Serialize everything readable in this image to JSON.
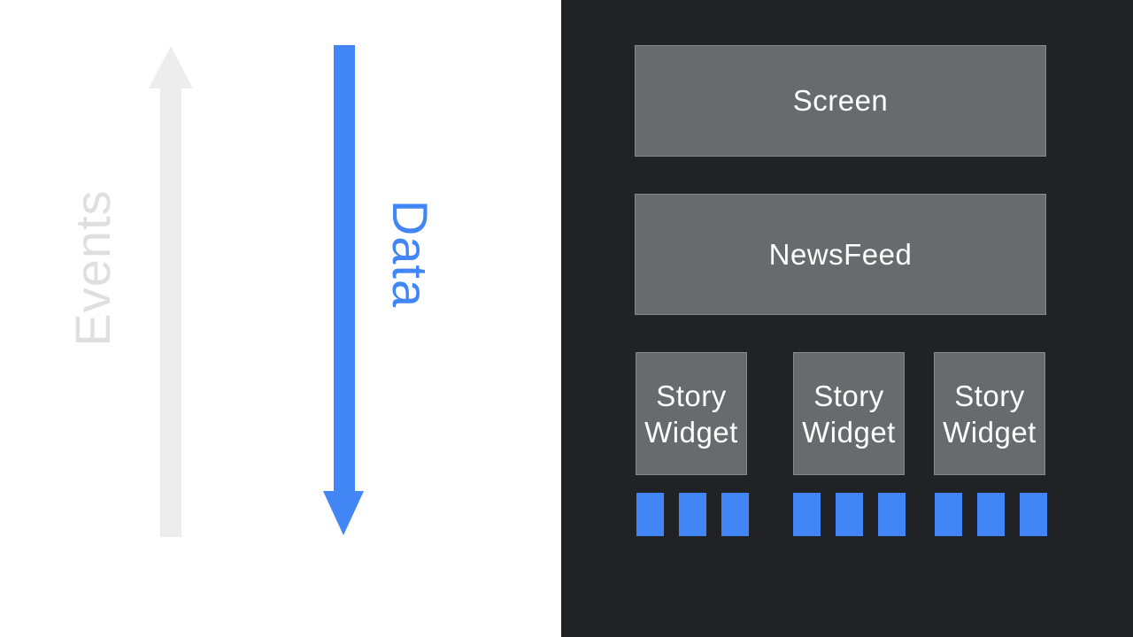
{
  "left_panel": {
    "events_arrow": {
      "label": "Events",
      "direction": "up",
      "arrow_color": "#ededee",
      "label_color": "#dfdfdf"
    },
    "data_arrow": {
      "label": "Data",
      "direction": "down",
      "arrow_color": "#4285f4",
      "label_color": "#4285f4"
    }
  },
  "right_panel": {
    "background_color": "#202226",
    "box_color": "#686a6d",
    "box_text_color": "#ffffff",
    "screen_box": {
      "label": "Screen"
    },
    "newsfeed_box": {
      "label": "NewsFeed"
    },
    "story_widgets": [
      {
        "label": "Story Widget",
        "data_chip_count": 3
      },
      {
        "label": "Story Widget",
        "data_chip_count": 3
      },
      {
        "label": "Story Widget",
        "data_chip_count": 3
      }
    ],
    "data_chip_color": "#4285f4"
  }
}
